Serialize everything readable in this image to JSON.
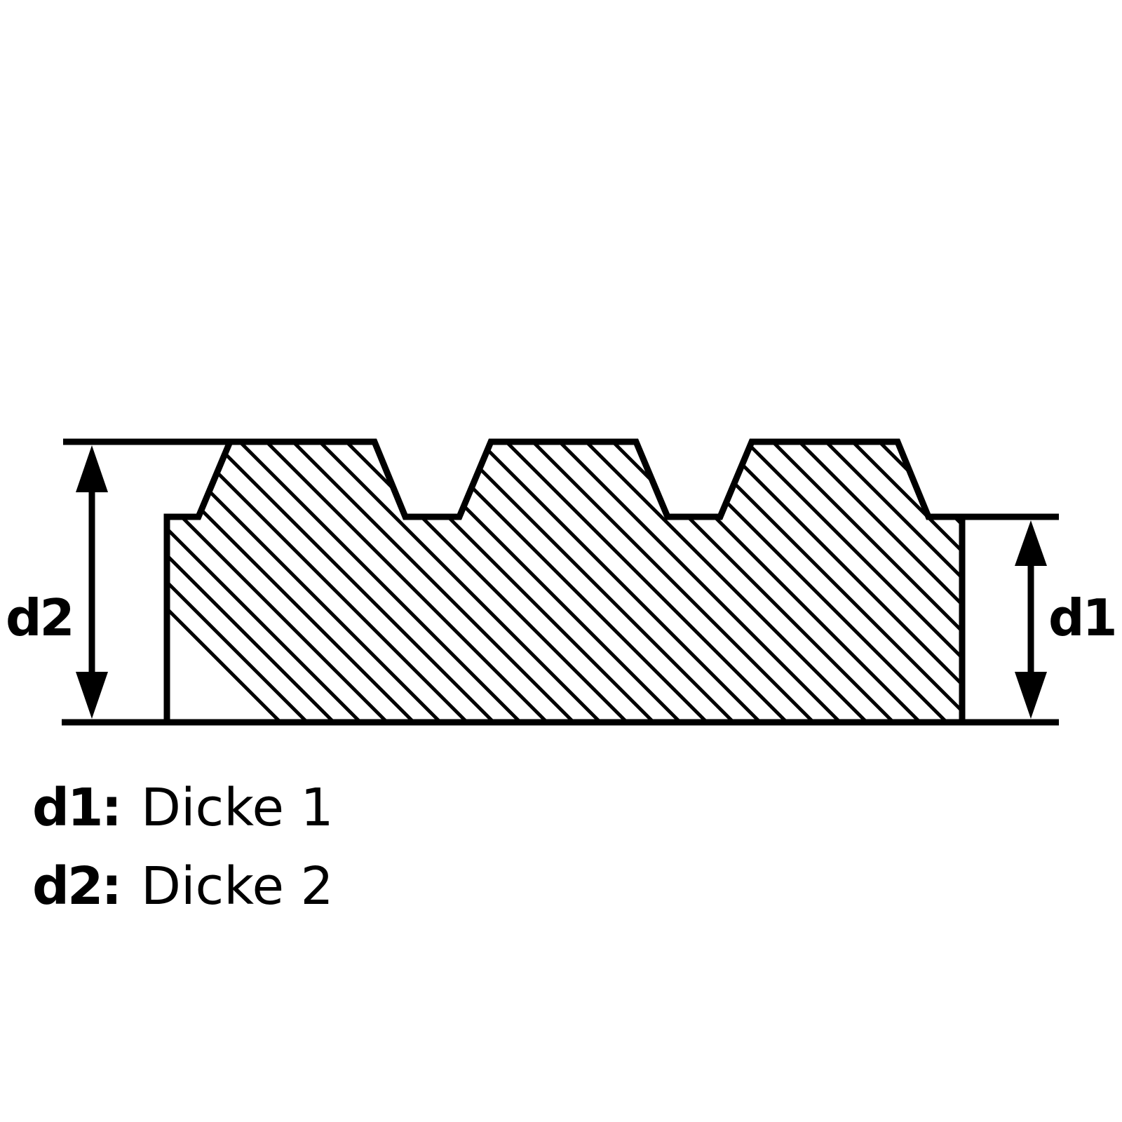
{
  "diagram": {
    "title": "",
    "labels": {
      "left_dimension": "d2",
      "right_dimension": "d1"
    },
    "colors": {
      "stroke": "#000000",
      "background": "#ffffff",
      "hatch": "#000000"
    },
    "profile": {
      "ridge_count": 3,
      "hatch_direction": "diagonal-45deg"
    }
  },
  "legend": {
    "items": [
      {
        "key": "d1:",
        "value": "Dicke 1"
      },
      {
        "key": "d2:",
        "value": "Dicke 2"
      }
    ]
  }
}
